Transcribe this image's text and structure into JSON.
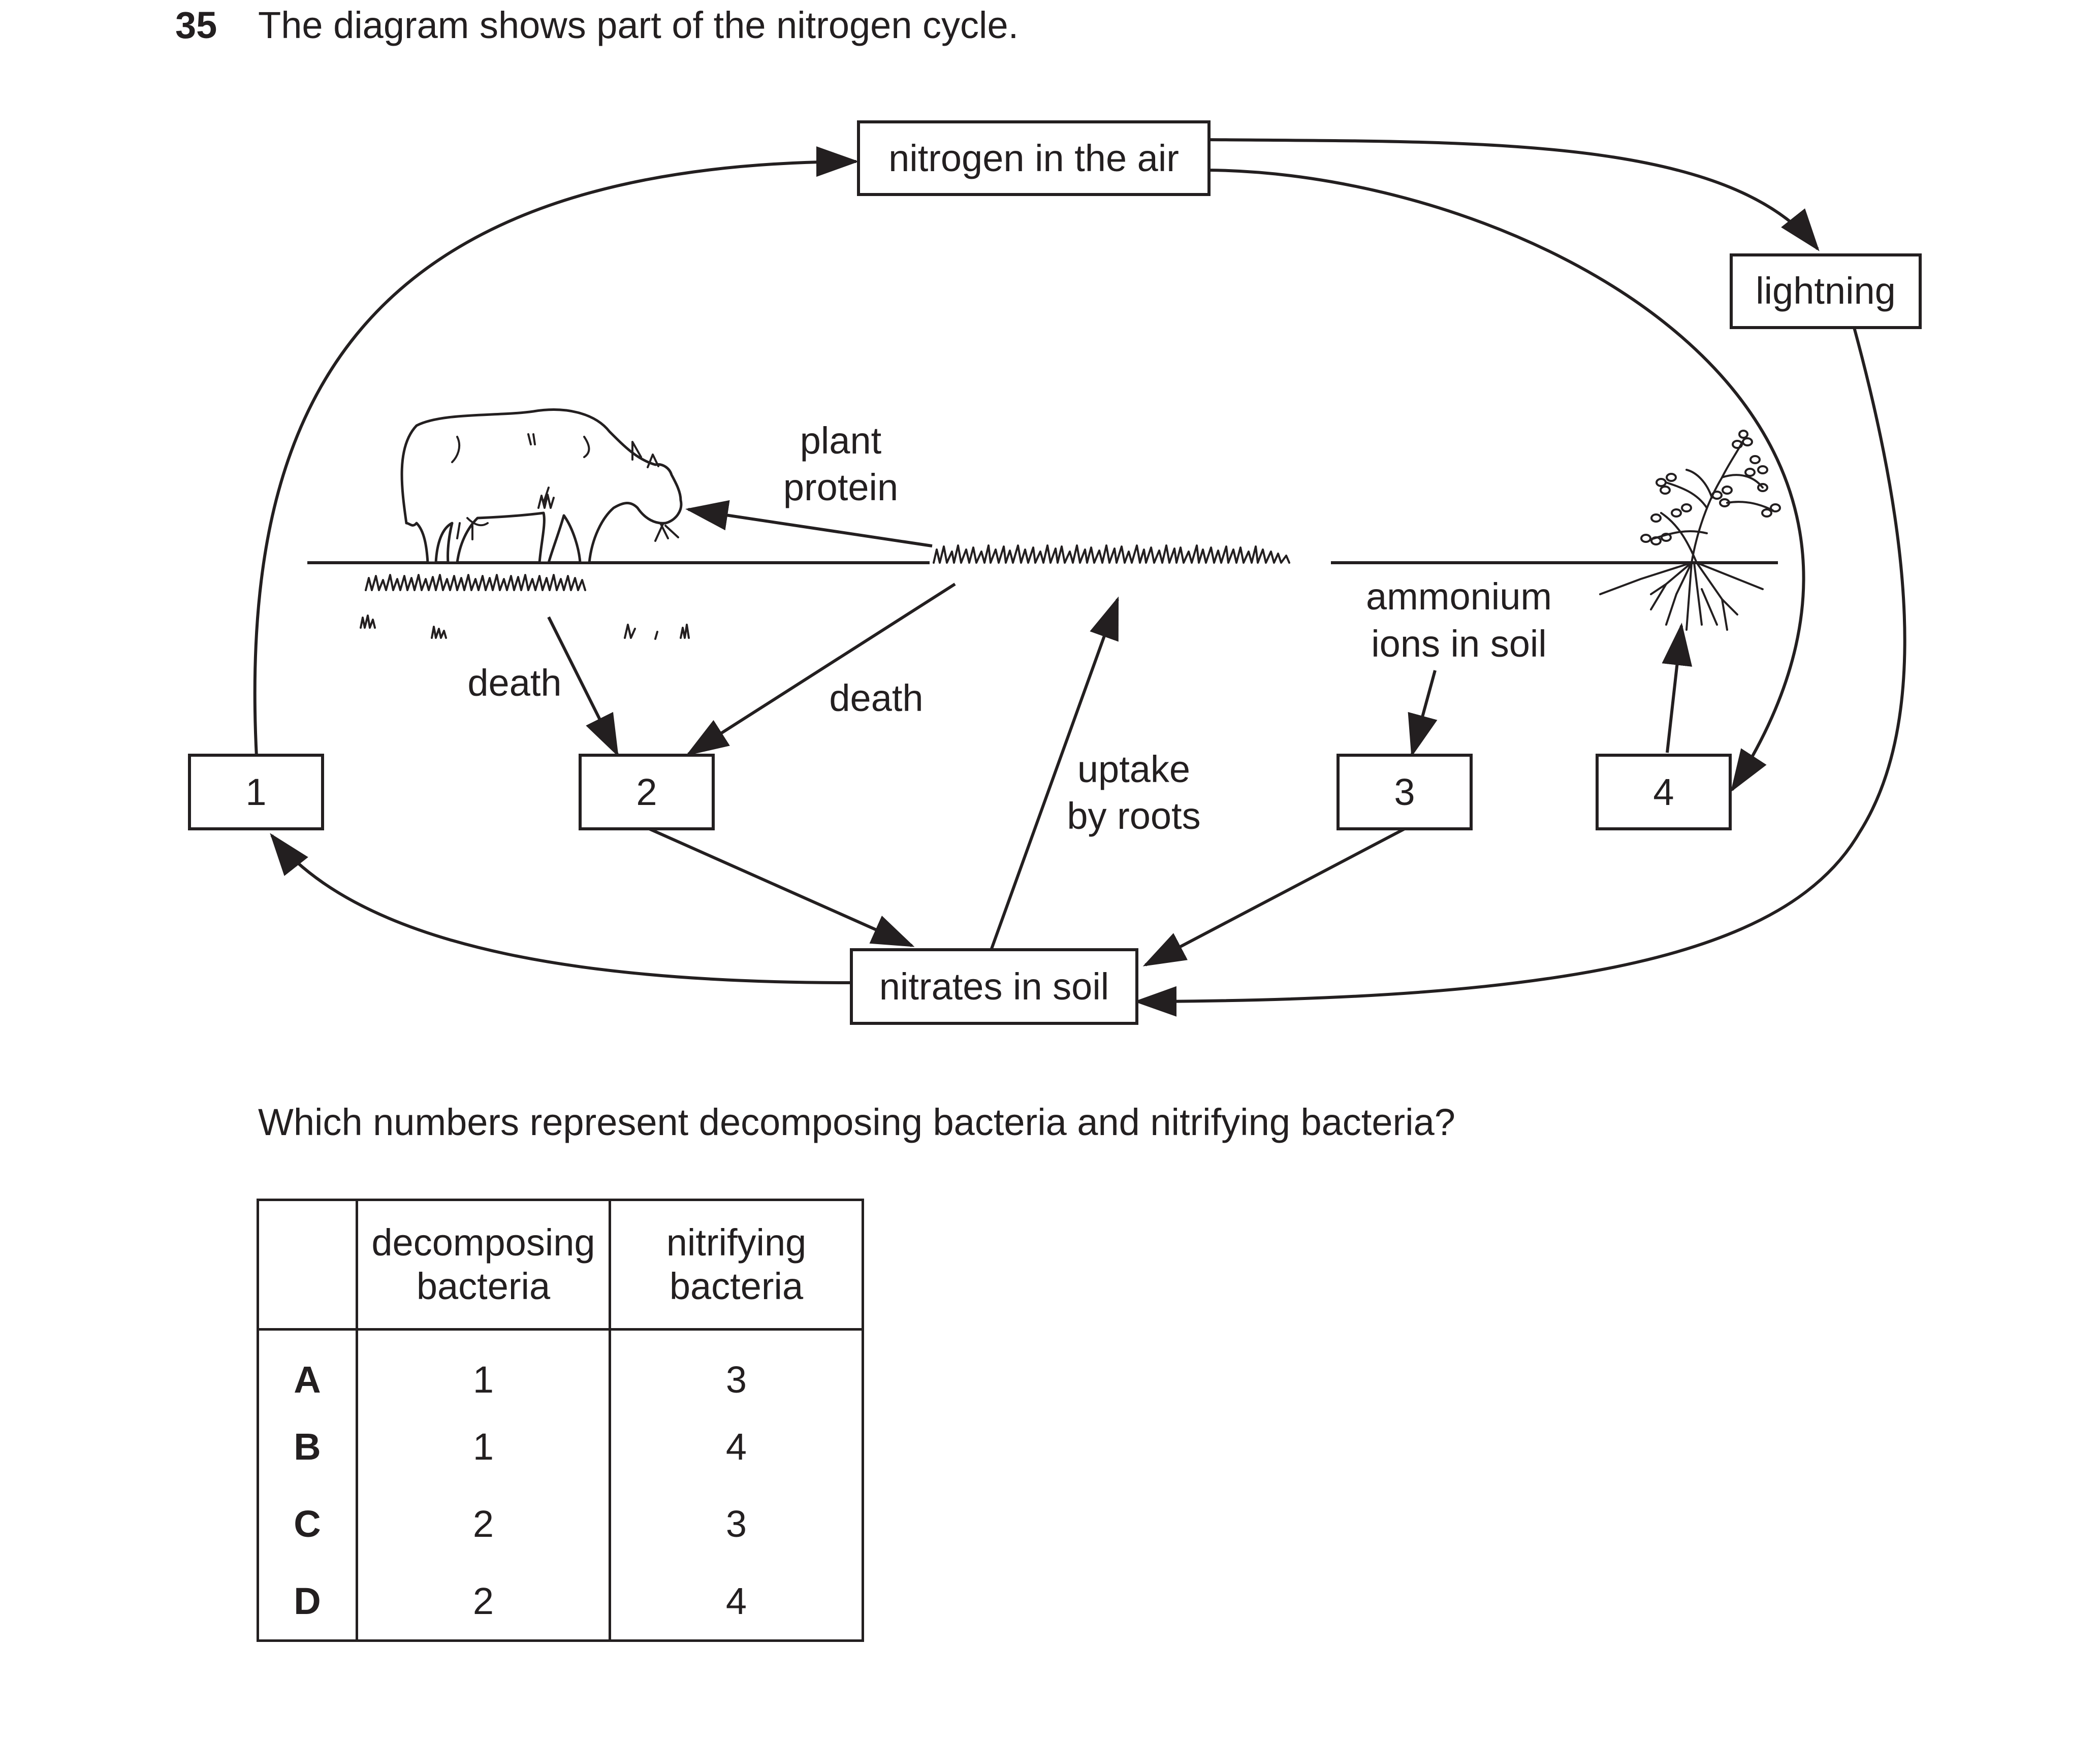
{
  "question": {
    "number": "35",
    "text": "The diagram shows part of the nitrogen cycle."
  },
  "diagram": {
    "boxes": {
      "nitrogen_air": "nitrogen in the air",
      "lightning": "lightning",
      "box1": "1",
      "box2": "2",
      "box3": "3",
      "box4": "4",
      "nitrates": "nitrates in soil"
    },
    "labels": {
      "plant_protein_line1": "plant",
      "plant_protein_line2": "protein",
      "death_left": "death",
      "death_right": "death",
      "ammonium_line1": "ammonium",
      "ammonium_line2": "ions in soil",
      "uptake_line1": "uptake",
      "uptake_line2": "by roots"
    }
  },
  "sub_question": "Which numbers represent decomposing bacteria and nitrifying bacteria?",
  "table": {
    "headers": {
      "decomposing_line1": "decomposing",
      "decomposing_line2": "bacteria",
      "nitrifying_line1": "nitrifying",
      "nitrifying_line2": "bacteria"
    },
    "rows": [
      {
        "key": "A",
        "decomposing": "1",
        "nitrifying": "3"
      },
      {
        "key": "B",
        "decomposing": "1",
        "nitrifying": "4"
      },
      {
        "key": "C",
        "decomposing": "2",
        "nitrifying": "3"
      },
      {
        "key": "D",
        "decomposing": "2",
        "nitrifying": "4"
      }
    ]
  }
}
